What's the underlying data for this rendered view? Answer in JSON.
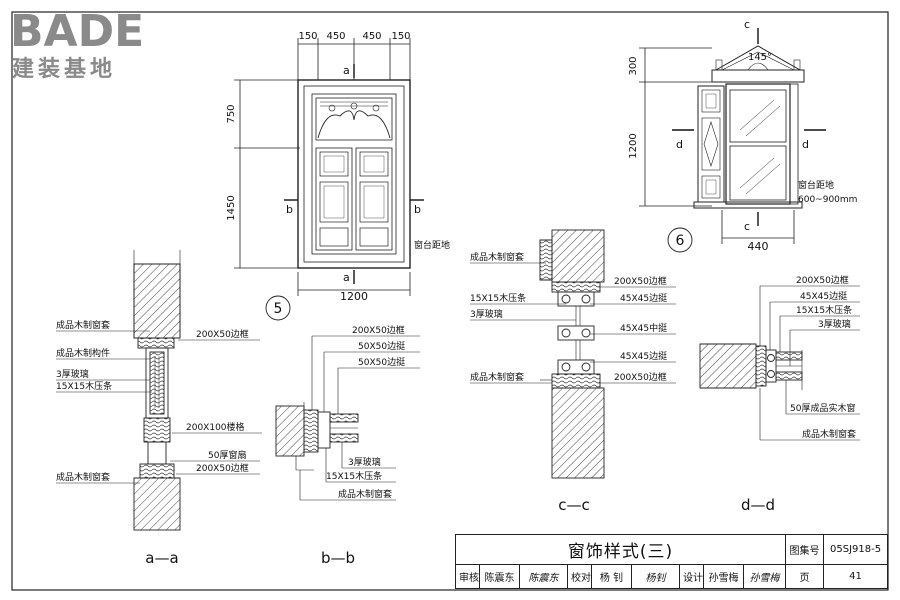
{
  "logo": {
    "latin": "BADE",
    "cjk": "建装基地"
  },
  "figure5": {
    "number": "5",
    "dim_top": [
      "150",
      "450",
      "450",
      "150"
    ],
    "dim_left": [
      "750",
      "1450"
    ],
    "dim_bottom": "1200",
    "sill_note": "窗台距地",
    "cut_a_top": "a",
    "cut_a_bottom": "a",
    "cut_b_left": "b",
    "cut_b_right": "b"
  },
  "figure6": {
    "number": "6",
    "dim_left": [
      "300",
      "1200"
    ],
    "dim_bottom": "440",
    "angle": "145°",
    "sill_note_line1": "窗台距地",
    "sill_note_line2": "600~900mm",
    "cut_c_top": "c",
    "cut_c_bottom": "c",
    "cut_d_left": "d",
    "cut_d_right": "d"
  },
  "section_aa": {
    "title": "a—a",
    "labels": [
      "成品木制窗套",
      "200X50边框",
      "成品木制构件",
      "3厚玻璃",
      "15X15木压条",
      "200X100楼格",
      "50厚窗扇",
      "成品木制窗套",
      "200X50边框"
    ]
  },
  "section_bb": {
    "title": "b—b",
    "labels": [
      "200X50边框",
      "50X50边挺",
      "50X50边挺",
      "3厚玻璃",
      "15X15木压条",
      "成品木制窗套"
    ]
  },
  "section_cc": {
    "title": "c—c",
    "labels": [
      "成品木制窗套",
      "200X50边框",
      "15X15木压条",
      "45X45边挺",
      "3厚玻璃",
      "45X45中挺",
      "45X45边挺",
      "成品木制窗套",
      "200X50边框"
    ]
  },
  "section_dd": {
    "title": "d—d",
    "labels": [
      "200X50边框",
      "45X45边挺",
      "15X15木压条",
      "3厚玻璃",
      "50厚成品实木窗",
      "成品木制窗套"
    ]
  },
  "title_block": {
    "title": "窗饰样式(三)",
    "atlas_label": "图集号",
    "atlas_no": "05SJ918-5",
    "review_label": "审核",
    "review_name": "陈震东",
    "review_sig": "陈震东",
    "check_label": "校对",
    "check_name": "杨 钊",
    "check_sig": "杨钊",
    "design_label": "设计",
    "design_name": "孙雪梅",
    "design_sig": "孙雪梅",
    "page_label": "页",
    "page_no": "41"
  }
}
